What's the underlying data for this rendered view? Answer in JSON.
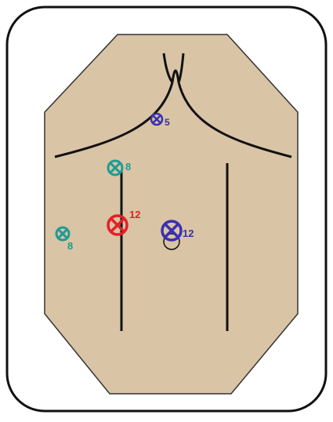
{
  "diagram": {
    "colors": {
      "frame_stroke": "#111111",
      "frame_fill": "#ffffff",
      "torso_fill": "#d9c4a5",
      "torso_stroke": "#333333",
      "line_stroke": "#111111",
      "marker_teal": "#1e9c93",
      "marker_blue": "#3a2fb0",
      "marker_red": "#e32027"
    },
    "markers": [
      {
        "id": "sternum-top",
        "label": "5",
        "color": "blue"
      },
      {
        "id": "upper-left-chest",
        "label": "8",
        "color": "teal"
      },
      {
        "id": "mid-left-chest",
        "label": "12",
        "color": "red"
      },
      {
        "id": "mid-center-right",
        "label": "12",
        "color": "blue"
      },
      {
        "id": "left-lateral",
        "label": "8",
        "color": "teal"
      }
    ]
  }
}
